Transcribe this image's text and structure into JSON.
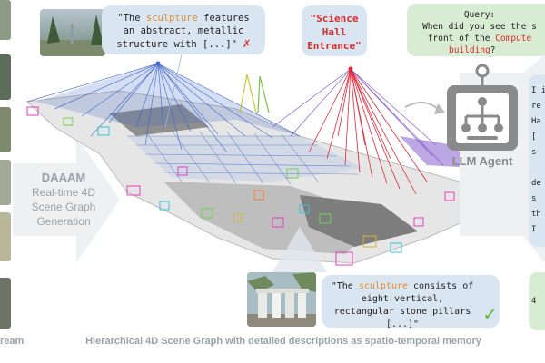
{
  "pipeline": {
    "title": "DAAAM",
    "lines": [
      "Real-time 4D",
      "Scene Graph",
      "Generation"
    ]
  },
  "top_quote": {
    "text_before": "\"The ",
    "highlight": "sculpture",
    "text_after": " features an abstract, metallic structure with [...]\"",
    "mark": "✗"
  },
  "science_label": {
    "lines": [
      "\"Science",
      "Hall",
      "Entrance\""
    ]
  },
  "query": {
    "title": "Query:",
    "line1": "When did you see the s",
    "line2_before": "front of the ",
    "line2_highlight": "Compute",
    "line3_highlight": "building",
    "line3_after": "?"
  },
  "agent": {
    "label": "LLM Agent"
  },
  "right_fragments": [
    "I i",
    "re",
    "Ha",
    "[",
    "s",
    "de",
    "s",
    "th",
    "I"
  ],
  "right_fragment_bottom": "4",
  "bottom_quote": {
    "text_before": "\"The ",
    "highlight": "sculpture",
    "text_after": " consists of eight vertical, rectangular stone pillars [...]\"",
    "mark": "✓"
  },
  "caption": "Hierarchical 4D Scene Graph with detailed descriptions as spatio-temporal memory",
  "caption_left": "ream",
  "colors": {
    "blue_bubble": "#d9e6f2",
    "green_bubble": "#d7ecd2",
    "highlight": "#e58b2c",
    "red": "#d62d2d",
    "check": "#5fb83a",
    "agent_gray": "#8a8a8a",
    "graph_blue": "#3b66c6",
    "graph_red": "#e0283a",
    "graph_purple": "#7a4fc9"
  }
}
